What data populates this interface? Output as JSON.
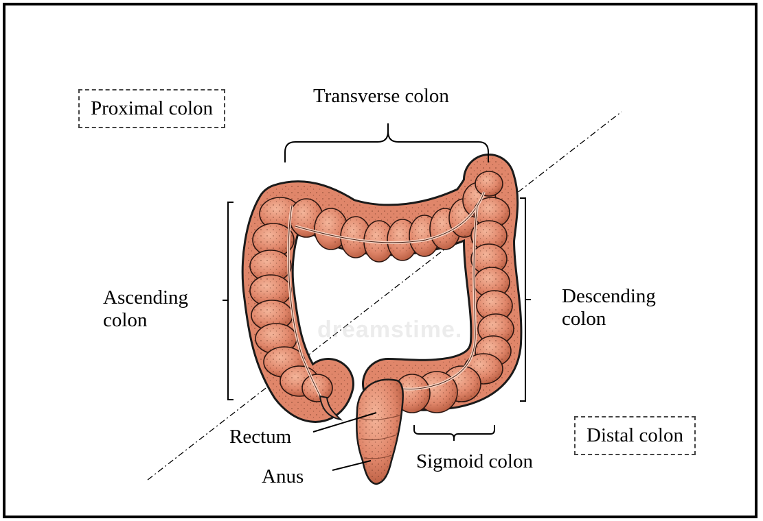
{
  "labels": {
    "proximal": "Proximal colon",
    "distal": "Distal colon",
    "transverse": "Transverse colon",
    "ascending_line1": "Ascending",
    "ascending_line2": "colon",
    "descending_line1": "Descending",
    "descending_line2": "colon",
    "sigmoid": "Sigmoid colon",
    "rectum": "Rectum",
    "anus": "Anus"
  },
  "watermark": "dreamstime.",
  "colors": {
    "colon_fill": "#e0866a",
    "colon_shadow": "#b85a40",
    "colon_highlight": "#f2b197",
    "outline": "#1a1a1a",
    "text": "#000000"
  }
}
